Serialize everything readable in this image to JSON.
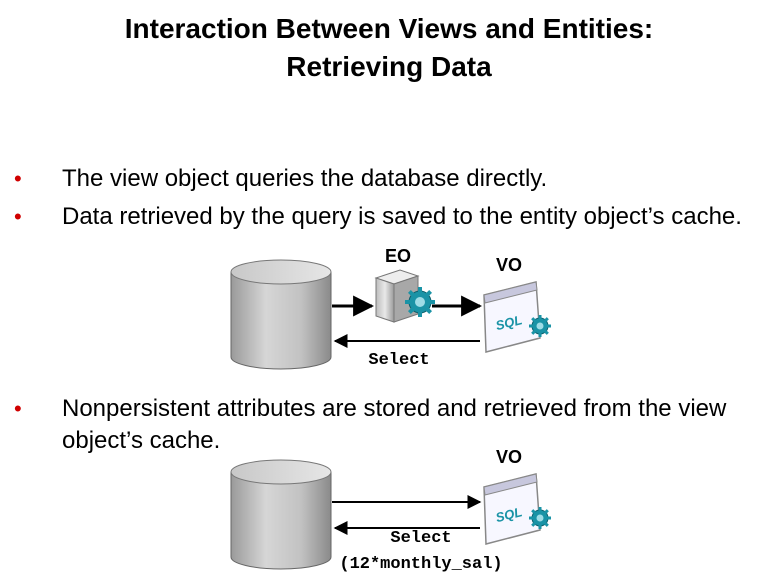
{
  "title": {
    "line1": "Interaction Between Views and Entities:",
    "line2": "Retrieving Data"
  },
  "bullets": [
    "The view object queries the database directly.",
    "Data retrieved by the query is saved to the entity object’s cache.",
    "Nonpersistent attributes are stored and retrieved from the view object’s cache."
  ],
  "diagram1": {
    "eo_label": "EO",
    "vo_label": "VO",
    "sql_label": "SQL",
    "arrow_label": "Select"
  },
  "diagram2": {
    "vo_label": "VO",
    "sql_label": "SQL",
    "arrow_label_line1": "Select",
    "arrow_label_line2": "(12*monthly_sal)"
  },
  "colors": {
    "bullet": "#d00000",
    "database": "#bdbdbd",
    "gear": "#1a93a6"
  }
}
